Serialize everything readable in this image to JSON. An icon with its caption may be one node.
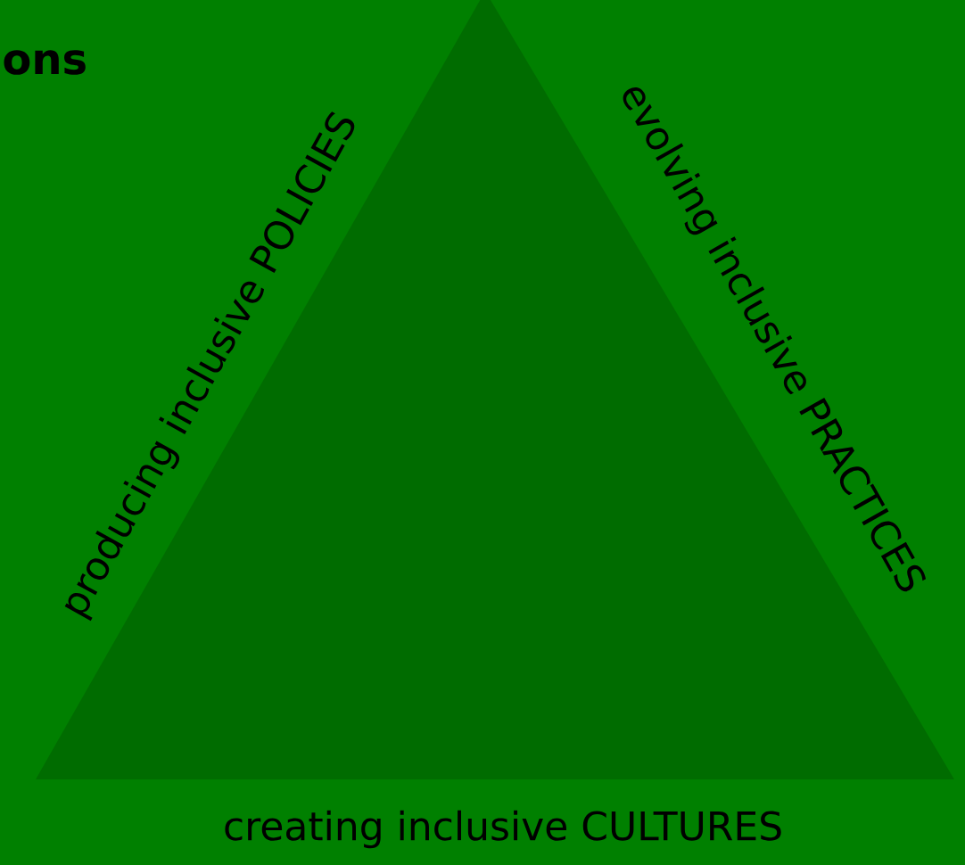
{
  "diagram": {
    "labels": [
      "ons",
      "producing inclusive POLICIES",
      "evolving inclusive PRACTICES",
      "creating inclusive CULTURES"
    ]
  }
}
